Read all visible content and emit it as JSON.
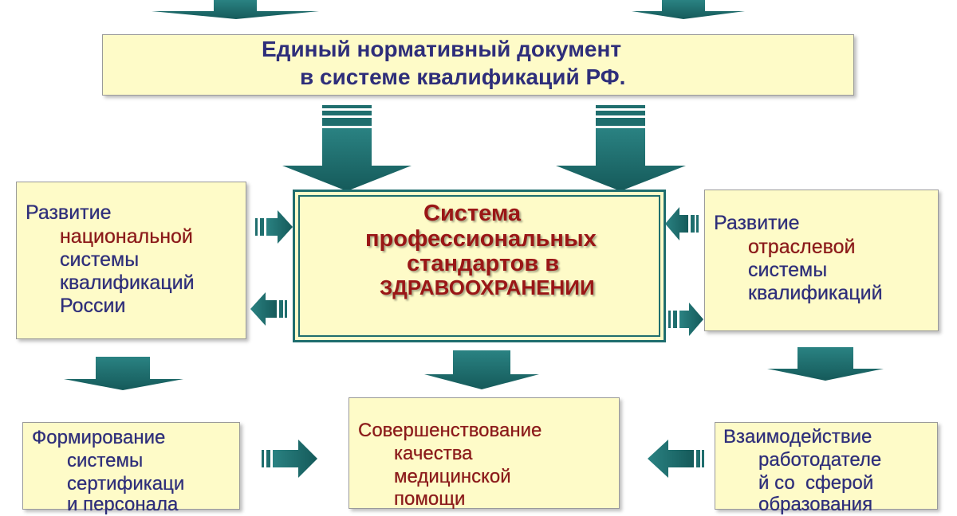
{
  "top_box": {
    "line1": "Единый нормативный документ",
    "line2": "в системе квалификаций РФ."
  },
  "center_box": {
    "line1": "Система",
    "line2": "профессиональных",
    "line3": "стандартов в",
    "line4": "ЗДРАВООХРАНЕНИИ"
  },
  "left_box": {
    "line1": "Развитие",
    "line2": "национальной",
    "line3": "системы",
    "line4": "квалификаций",
    "line5": "России"
  },
  "right_box": {
    "line1": "Развитие",
    "line2": "отраслевой",
    "line3": "системы",
    "line4": "квалификаций"
  },
  "bottom_left_box": {
    "line1": "Формирование",
    "line2": "системы",
    "line3": "сертификаци",
    "line4": "и персонала"
  },
  "bottom_center_box": {
    "line1": "Совершенствование",
    "line2": "качества",
    "line3": "медицинской",
    "line4": "помощи"
  },
  "bottom_right_box": {
    "line1": "Взаимодействие",
    "line2": "работодателе",
    "line3": "й со  сферой",
    "line4": "образования"
  },
  "colors": {
    "arrow": "#1f6e6e",
    "box_fill": "#fefbc8",
    "navy_text": "#2e2e7a",
    "red_text": "#9a1616"
  }
}
